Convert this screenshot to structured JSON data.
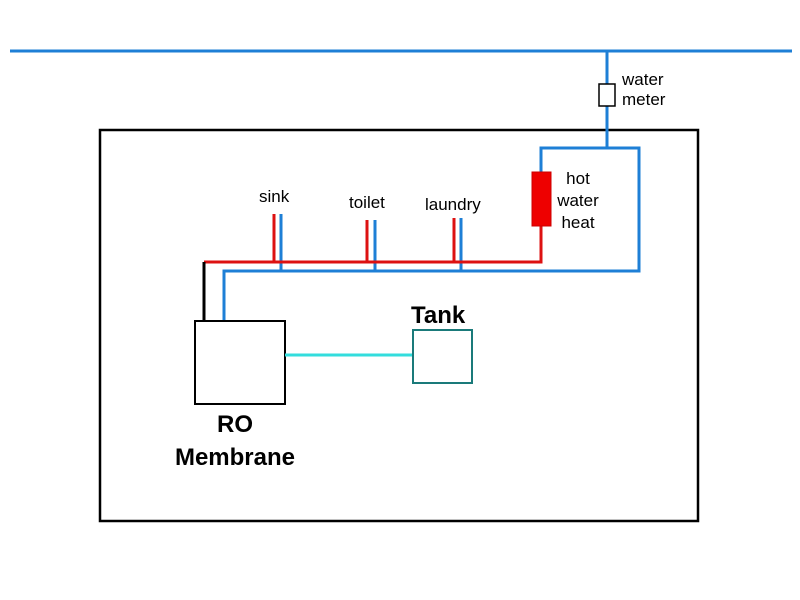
{
  "labels": {
    "water_meter": [
      "water",
      "meter"
    ],
    "hot_water_heat": [
      "hot",
      "water",
      "heat"
    ],
    "sink": "sink",
    "toilet": "toilet",
    "laundry": "laundry",
    "tank": "Tank",
    "ro_membrane": [
      "RO",
      "Membrane"
    ]
  },
  "colors": {
    "cold": "#1e7fd6",
    "hot": "#dd1111",
    "ro_line": "#33dddd",
    "tank_border": "#1a7a7a",
    "heater": "#ee0000",
    "outline": "#000000"
  }
}
